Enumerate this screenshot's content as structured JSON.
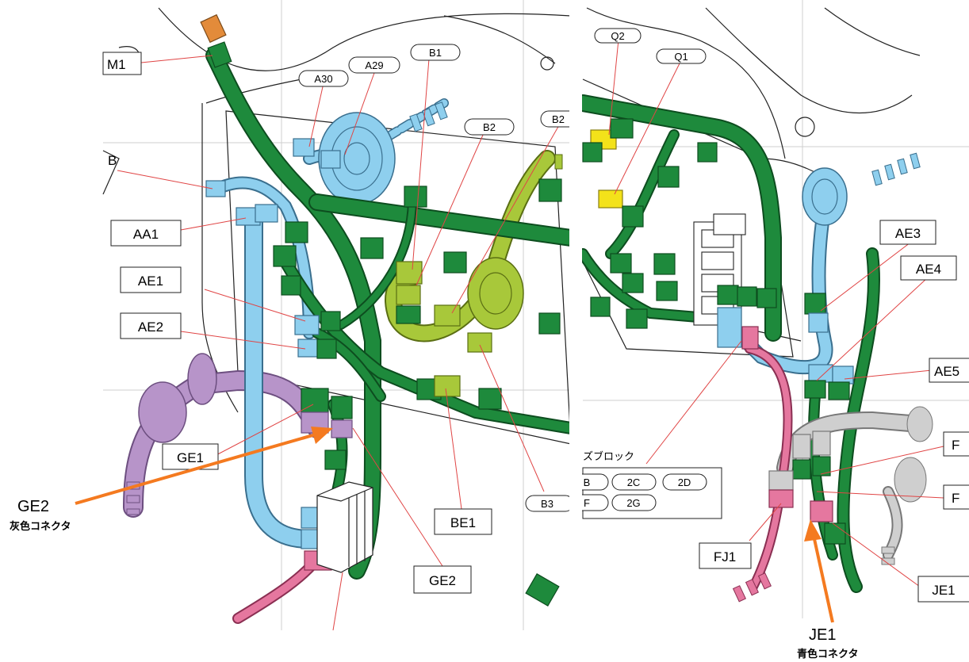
{
  "left_panel": {
    "labels": {
      "m1": "M1",
      "a30": "A30",
      "a29": "A29",
      "b1": "B1",
      "b2": "B2",
      "b2_right": "B2",
      "b_cut": "B",
      "aa1": "AA1",
      "ae1": "AE1",
      "ae2": "AE2",
      "ge1": "GE1",
      "be1": "BE1",
      "ge2": "GE2",
      "b3": "B3"
    }
  },
  "right_panel": {
    "labels": {
      "q2": "Q2",
      "q1": "Q1",
      "ae3": "AE3",
      "ae4": "AE4",
      "ae5": "AE5",
      "f_upper": "F",
      "f_lower": "F",
      "fj1": "FJ1",
      "je1": "JE1"
    },
    "fuse_block": {
      "title": "ズブロック",
      "row1": [
        "B",
        "2C",
        "2D"
      ],
      "row2": [
        "F",
        "2G"
      ]
    }
  },
  "callouts": {
    "ge2": {
      "title": "GE2",
      "subtitle": "灰色コネクタ"
    },
    "je1": {
      "title": "JE1",
      "subtitle": "青色コネクタ"
    }
  },
  "colors": {
    "harness_green": "#1e8a3c",
    "connector_green": "#1e8a3c",
    "harness_blue": "#8ecfee",
    "harness_purple": "#b794c9",
    "harness_pink": "#e5779f",
    "harness_lime": "#a8c83a",
    "connector_yellow": "#f3e21a",
    "connector_orange": "#e38b3a",
    "harness_gray": "#cfcfcf",
    "leader_red": "#e04545",
    "arrow_orange": "#f47a20"
  }
}
